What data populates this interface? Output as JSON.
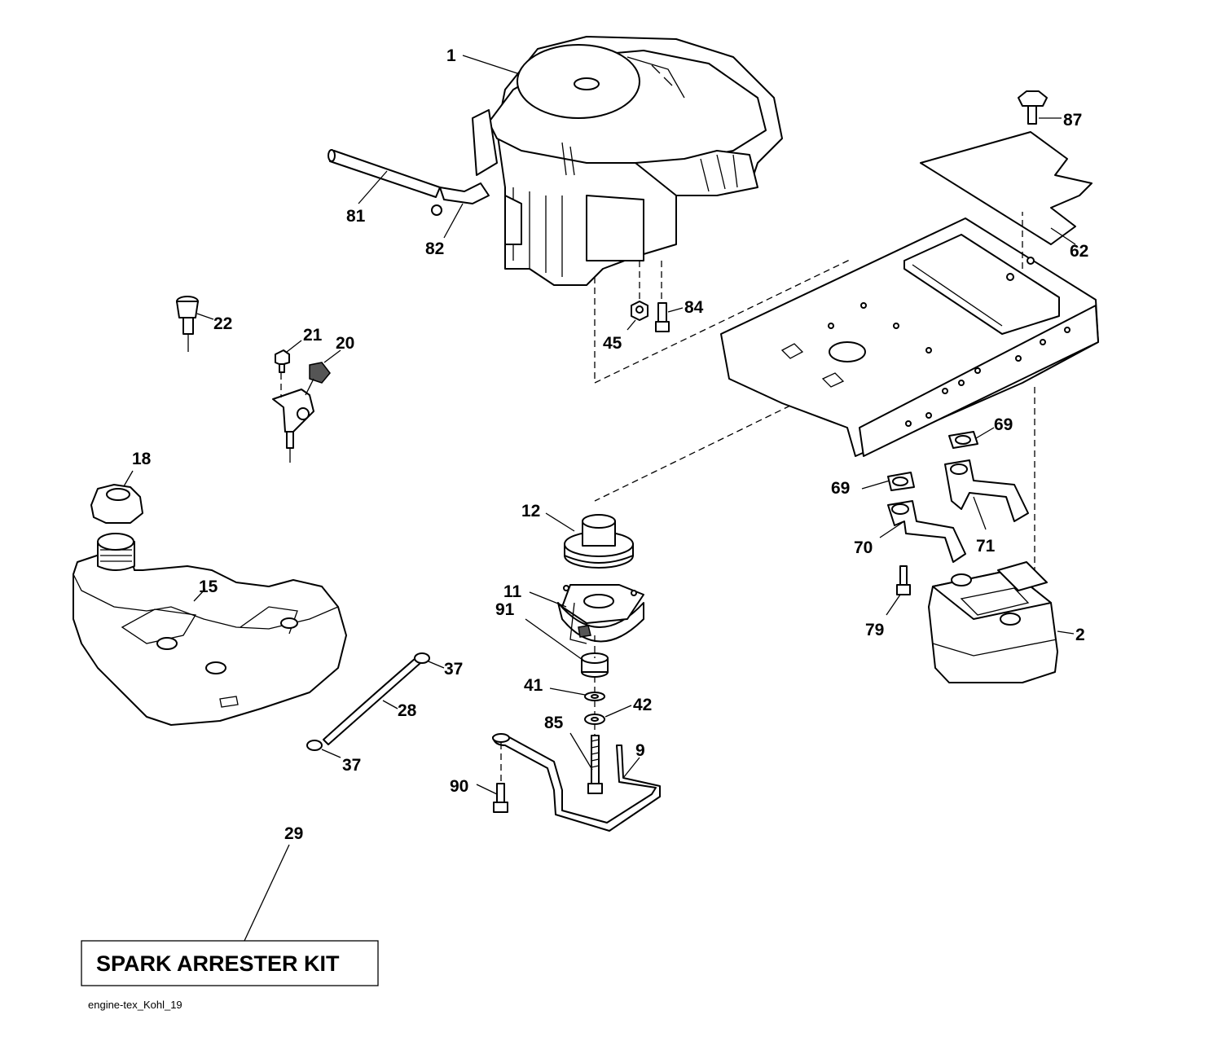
{
  "labels": {
    "l1": "1",
    "l81": "81",
    "l82": "82",
    "l87": "87",
    "l62": "62",
    "l84": "84",
    "l45": "45",
    "l22": "22",
    "l21": "21",
    "l20": "20",
    "l18": "18",
    "l69a": "69",
    "l69b": "69",
    "l12": "12",
    "l70": "70",
    "l71": "71",
    "l15": "15",
    "l11": "11",
    "l91": "91",
    "l79": "79",
    "l2": "2",
    "l37a": "37",
    "l41": "41",
    "l42": "42",
    "l28": "28",
    "l85": "85",
    "l9": "9",
    "l37b": "37",
    "l90": "90",
    "l29": "29"
  },
  "kit_label": "SPARK ARRESTER KIT",
  "file_name": "engine-tex_Kohl_19"
}
